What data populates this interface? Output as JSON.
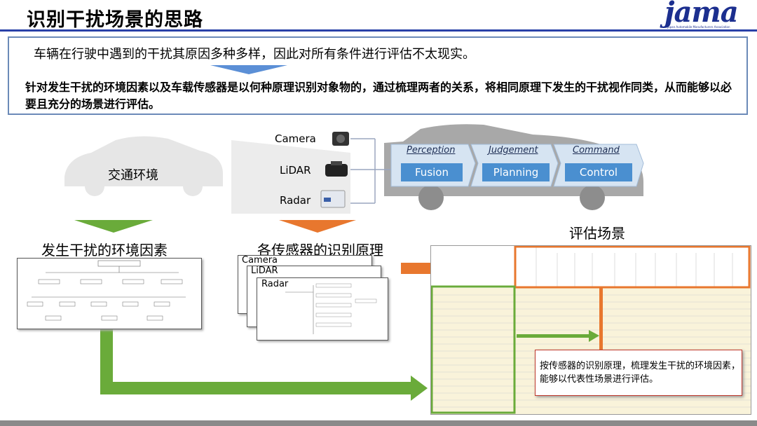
{
  "header": {
    "title": "识别干扰场景的思路",
    "logo_text": "jama",
    "logo_sub": "Japan Automobile Manufacturers Association"
  },
  "intro": {
    "line1": "车辆在行驶中遇到的干扰其原因多种多样，因此对所有条件进行评估不太现实。",
    "line2": "针对发生干扰的环境因素以及车载传感器是以何种原理识别对象物的，通过梳理两者的关系，将相同原理下发生的干扰视作同类，从而能够以必要且充分的场景进行评估。"
  },
  "diagram": {
    "traffic_env": "交通环境",
    "sensors": [
      "Camera",
      "LiDAR",
      "Radar"
    ],
    "stages": [
      {
        "header": "Perception",
        "button": "Fusion"
      },
      {
        "header": "Judgement",
        "button": "Planning"
      },
      {
        "header": "Command",
        "button": "Control"
      }
    ],
    "env_factors_label": "发生干扰的环境因素",
    "sensor_principles_label": "各传感器的识别原理",
    "eval_scenarios_label": "评估场景",
    "card_names": [
      "Camera",
      "LiDAR",
      "Radar"
    ],
    "note": "按传感器的识别原理，梳理发生干扰的环境因素，能够以代表性场景进行评估。"
  },
  "colors": {
    "accent_blue": "#2941a8",
    "green_arrow": "#6aab3a",
    "orange_arrow": "#e8772e",
    "button_blue": "#4a8fd0",
    "note_border": "#c0392b"
  }
}
